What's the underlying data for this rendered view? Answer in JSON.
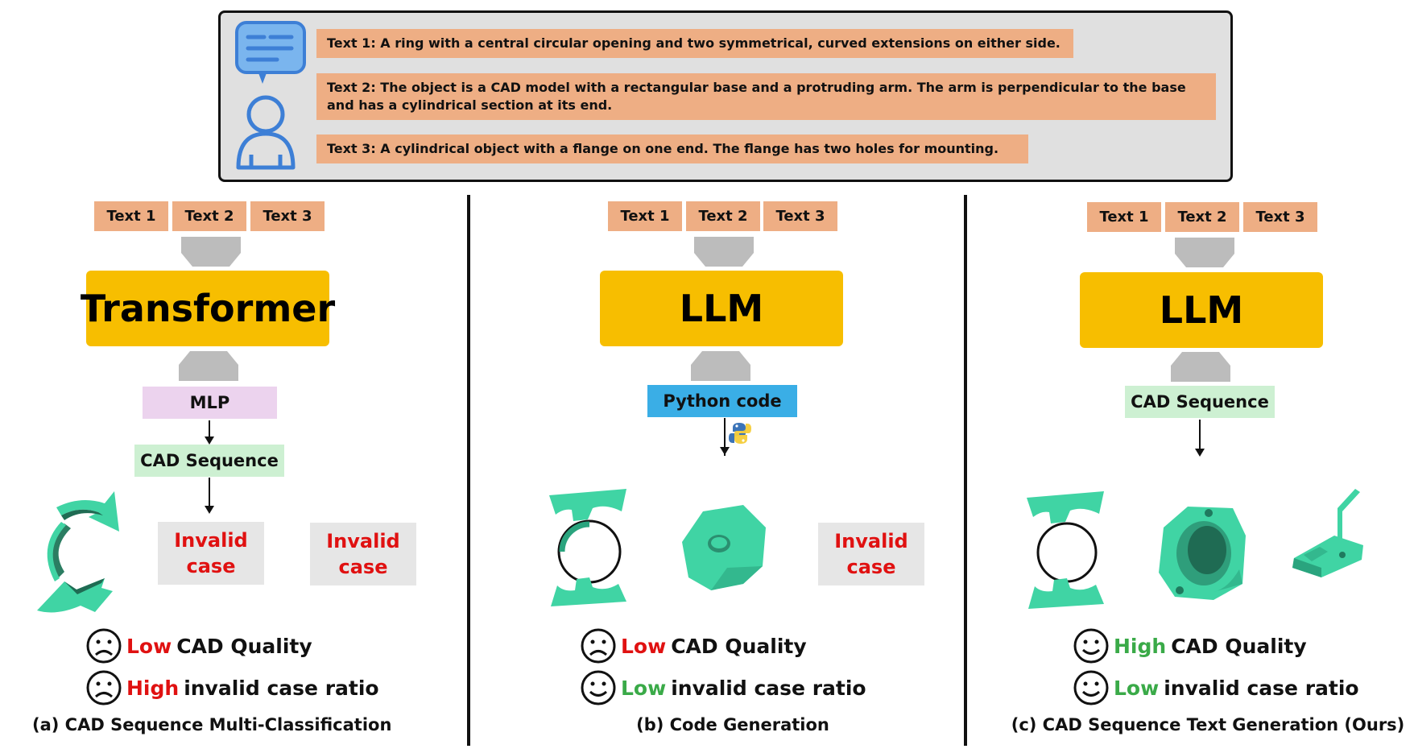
{
  "prompts": [
    "Text 1: A ring with a central circular opening and two symmetrical, curved extensions on either side.",
    "Text 2: The object is a CAD model with a rectangular base and a protruding arm. The arm is perpendicular to the base and has a cylindrical section at its end.",
    "Text 3: A cylindrical object with a flange on one end. The flange has two holes for mounting."
  ],
  "colors": {
    "text_chip": "#eeae84",
    "model": "#f7be00",
    "mlp": "#ecd3ee",
    "cad_seq": "#cdf0d2",
    "python": "#3aaee6",
    "red": "#e01111",
    "green": "#3aaa48",
    "teal": "#40d4a4"
  },
  "icons": [
    "user-chat-icon",
    "funnel-icon",
    "python-logo-icon",
    "sad-face-icon",
    "smile-face-icon"
  ],
  "panels": [
    {
      "inputs": [
        "Text 1",
        "Text 2",
        "Text 3"
      ],
      "model": "Transformer",
      "step1": "MLP",
      "step2": "CAD Sequence",
      "invalid": [
        "Invalid",
        "case"
      ],
      "m1_prefix": "Low",
      "m1_suffix": "CAD Quality",
      "m2_prefix": "High",
      "m2_suffix": "invalid case ratio",
      "caption": "(a) CAD Sequence Multi-Classification"
    },
    {
      "inputs": [
        "Text 1",
        "Text 2",
        "Text 3"
      ],
      "model": "LLM",
      "step1": "Python code",
      "invalid": [
        "Invalid",
        "case"
      ],
      "m1_prefix": "Low",
      "m1_suffix": "CAD Quality",
      "m2_prefix": "Low",
      "m2_suffix": "invalid case ratio",
      "caption": "(b) Code Generation"
    },
    {
      "inputs": [
        "Text 1",
        "Text 2",
        "Text 3"
      ],
      "model": "LLM",
      "step1": "CAD Sequence",
      "m1_prefix": "High",
      "m1_suffix": "CAD Quality",
      "m2_prefix": "Low",
      "m2_suffix": "invalid case ratio",
      "caption": "(c) CAD Sequence Text Generation (Ours)"
    }
  ]
}
